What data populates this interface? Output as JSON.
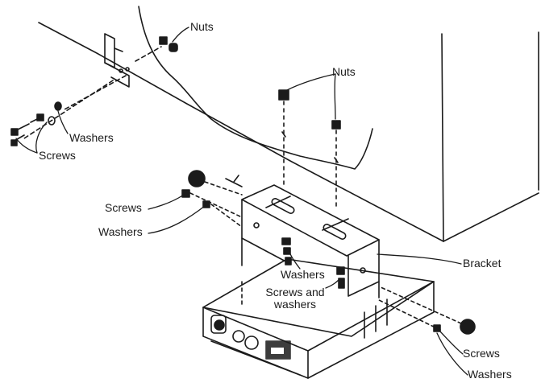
{
  "labels": {
    "nuts_top": "Nuts",
    "nuts_middle": "Nuts",
    "washers_left": "Washers",
    "screws_left": "Screws",
    "screws_mid": "Screws",
    "washers_mid": "Washers",
    "washers_center": "Washers",
    "screws_and_washers_line1": "Screws and",
    "screws_and_washers_line2": "washers",
    "bracket": "Bracket",
    "screws_right": "Screws",
    "washers_right": "Washers"
  },
  "colors": {
    "ink": "#1b1b1b",
    "paper": "#ffffff"
  }
}
